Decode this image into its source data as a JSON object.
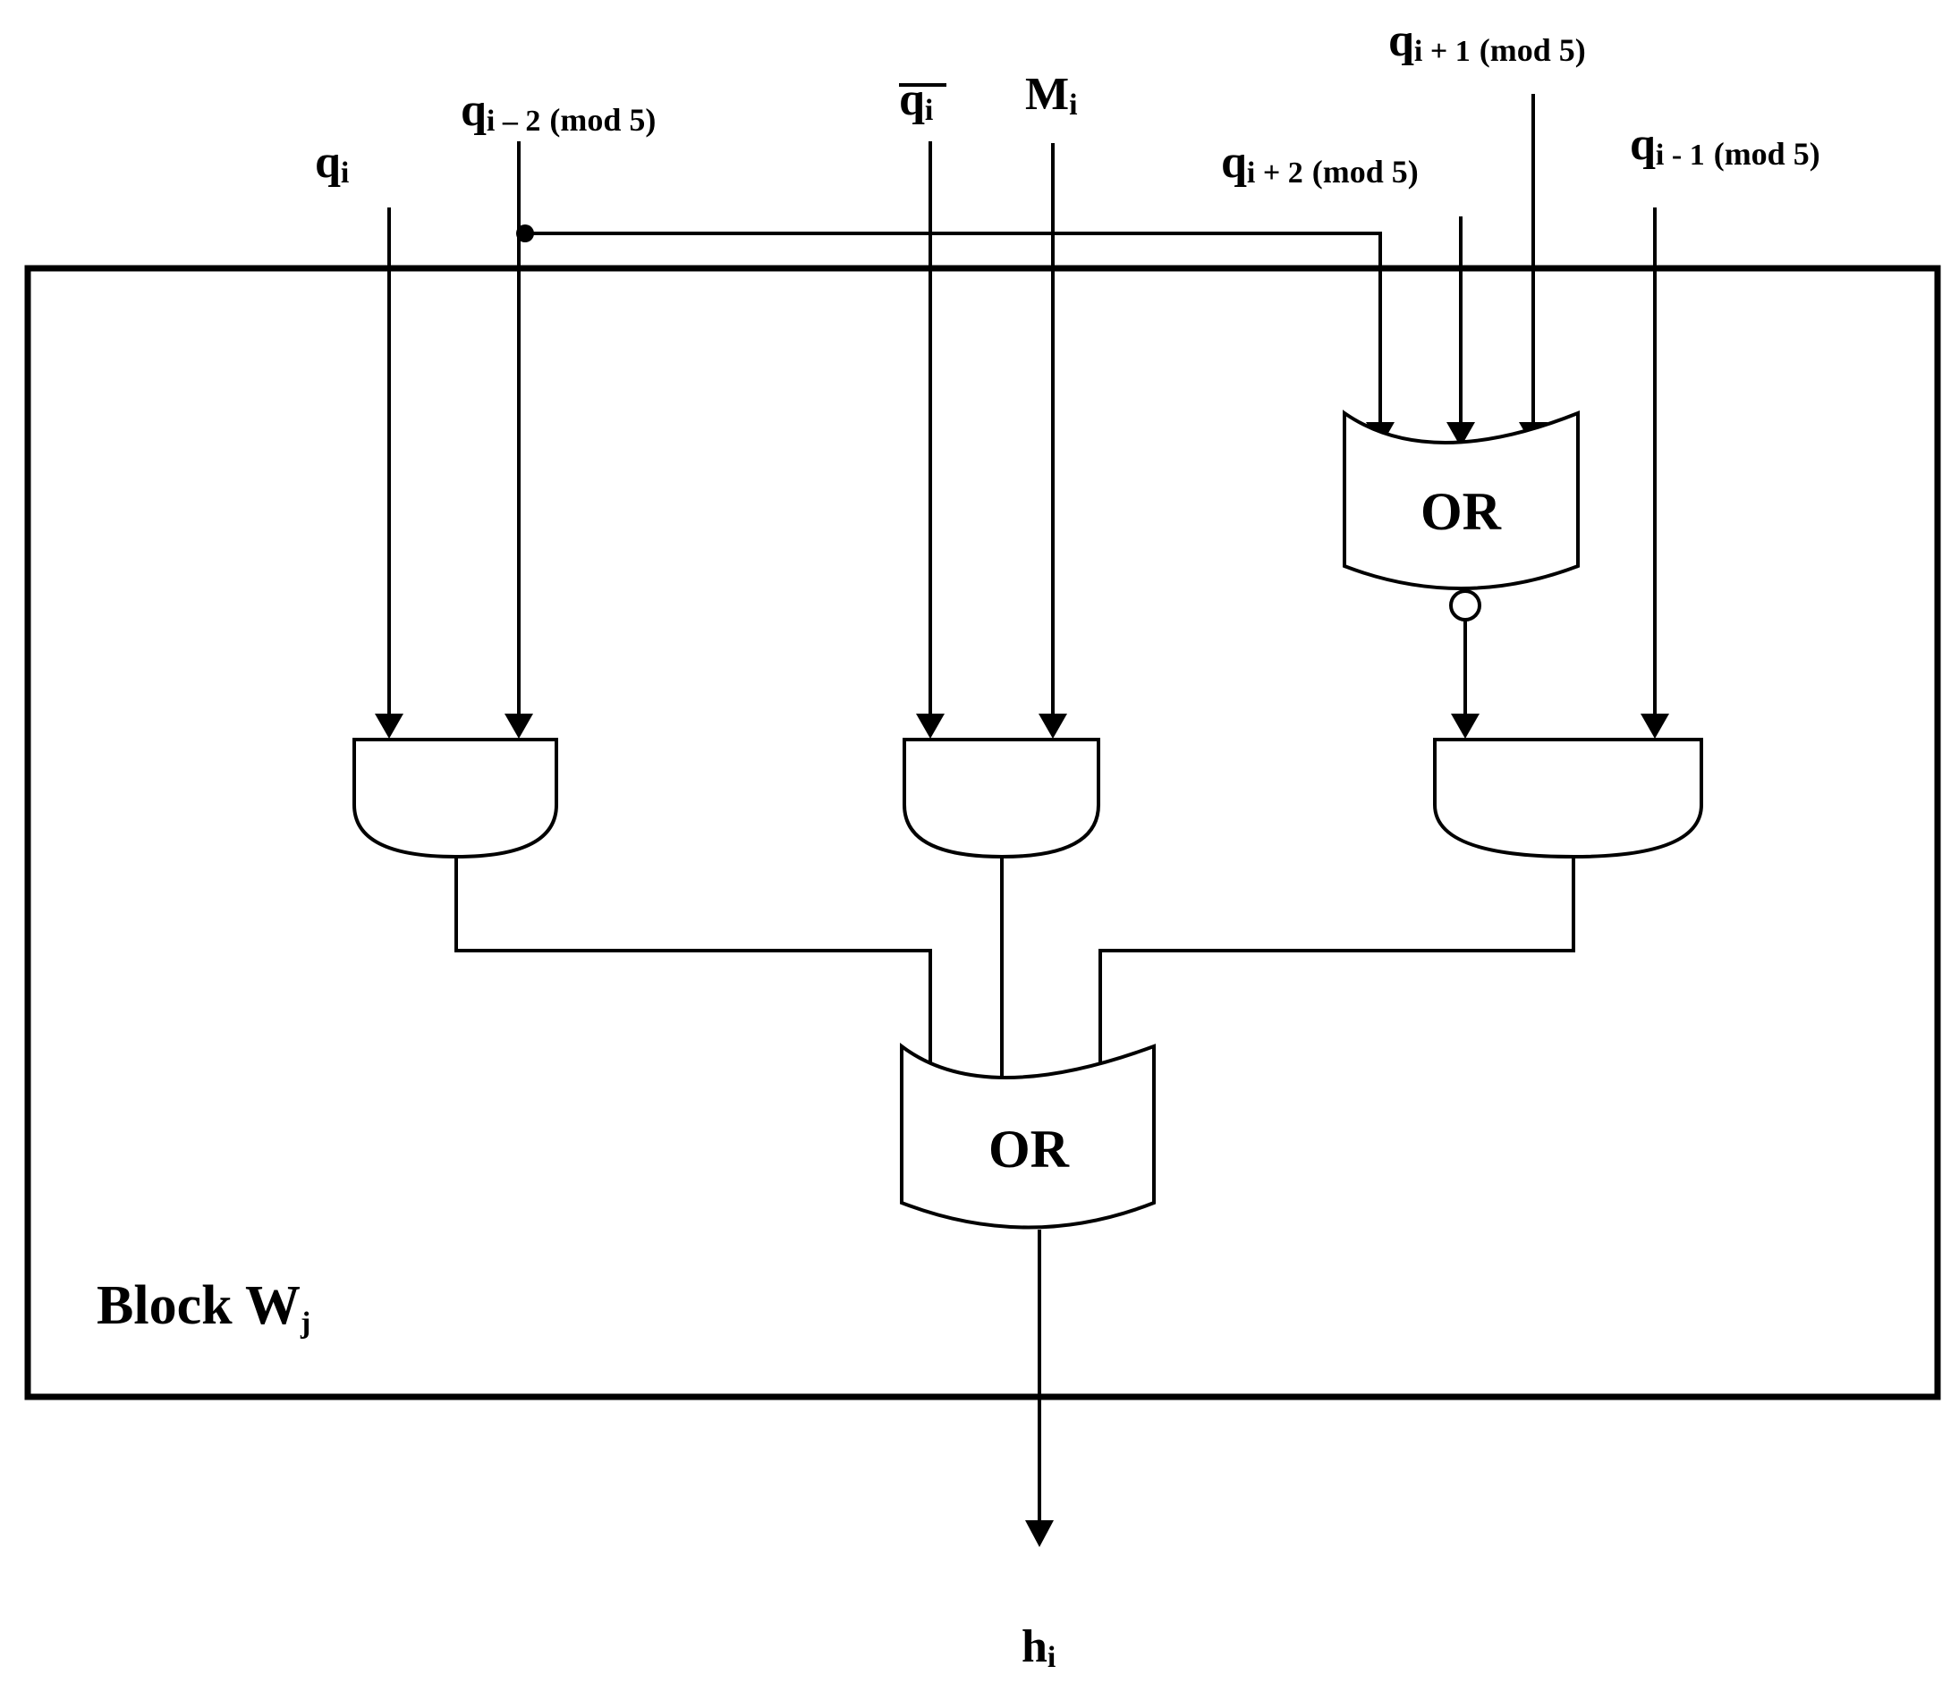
{
  "diagram": {
    "block_label": {
      "main": "Block W",
      "sub": "j"
    },
    "inputs": {
      "q_i": {
        "main": "q",
        "sub": "i"
      },
      "q_i_minus_2": {
        "main": "q",
        "sub": "i – 2",
        "mod": "(mod 5)"
      },
      "q_i_bar": {
        "main": "q",
        "sub": "i"
      },
      "m_i": {
        "main": "M",
        "sub": "i"
      },
      "q_i_plus_2": {
        "main": "q",
        "sub": "i + 2",
        "mod": "(mod 5)"
      },
      "q_i_plus_1": {
        "main": "q",
        "sub": "i + 1",
        "mod": "(mod 5)"
      },
      "q_i_minus_1": {
        "main": "q",
        "sub": "i - 1",
        "mod": "(mod 5)"
      }
    },
    "gates": {
      "top_or": "OR",
      "bottom_or": "OR"
    },
    "output": {
      "main": "h",
      "sub": "i"
    }
  }
}
